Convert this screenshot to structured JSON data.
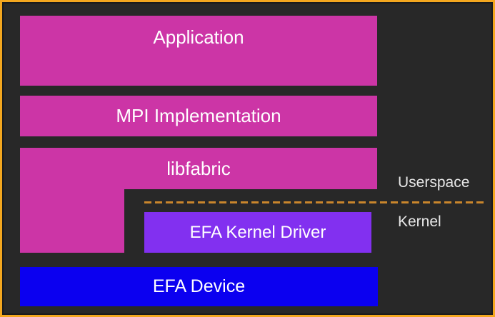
{
  "diagram": {
    "layers": {
      "application": {
        "label": "Application",
        "color": "#CC35A6"
      },
      "mpi": {
        "label": "MPI Implementation",
        "color": "#CC35A6"
      },
      "libfabric": {
        "label": "libfabric",
        "color": "#CC35A6"
      },
      "efa_kernel_driver": {
        "label": "EFA Kernel Driver",
        "color": "#8230F0"
      },
      "efa_device": {
        "label": "EFA Device",
        "color": "#0B00F0"
      }
    },
    "regions": {
      "userspace": {
        "label": "Userspace"
      },
      "kernel": {
        "label": "Kernel"
      }
    },
    "divider": {
      "color": "#C9862C",
      "style": "dashed"
    },
    "frame": {
      "border_color": "#F3A71F",
      "background": "#282828",
      "text_color": "#FFFFFF"
    }
  }
}
